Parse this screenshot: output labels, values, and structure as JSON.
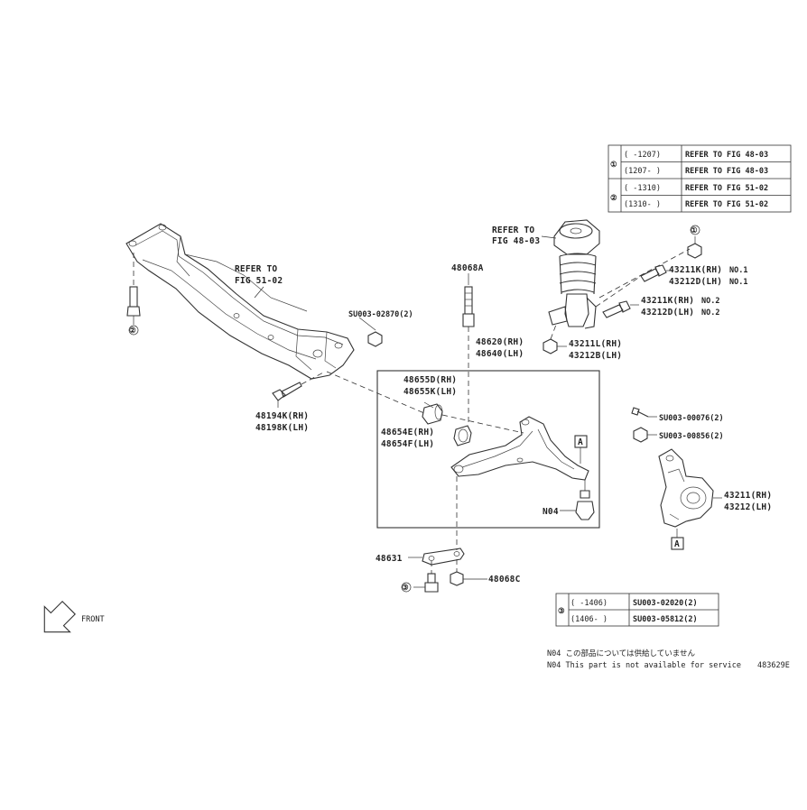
{
  "table1": {
    "marker": "①",
    "rows": [
      {
        "range": "(      -1207)",
        "ref": "REFER TO FIG 48-03"
      },
      {
        "range": "(1207-      )",
        "ref": "REFER TO FIG 48-03"
      }
    ]
  },
  "table2": {
    "marker": "②",
    "rows": [
      {
        "range": "(      -1310)",
        "ref": "REFER TO FIG 51-02"
      },
      {
        "range": "(1310-      )",
        "ref": "REFER TO FIG 51-02"
      }
    ]
  },
  "table3": {
    "marker": "③",
    "rows": [
      {
        "range": "(      -1406)",
        "part": "SU003-02020(2)"
      },
      {
        "range": "(1406-      )",
        "part": "SU003-05812(2)"
      }
    ]
  },
  "labels": {
    "refer_fig_51_02": [
      "REFER TO",
      "FIG 51-02"
    ],
    "refer_fig_48_03": [
      "REFER TO",
      "FIG 48-03"
    ],
    "su003_02870": "SU003-02870(2)",
    "p48194": [
      "48194K(RH)",
      "48198K(LH)"
    ],
    "p48068a": "48068A",
    "p48620": [
      "48620(RH)",
      "48640(LH)"
    ],
    "p48655": [
      "48655D(RH)",
      "48655K(LH)"
    ],
    "p48654": [
      "48654E(RH)",
      "48654F(LH)"
    ],
    "box_a": "A",
    "n04": "N04",
    "p48631": "48631",
    "p48068c": "48068C",
    "p43211k_1": [
      "43211K(RH)",
      "NO.1"
    ],
    "p43212d_1": [
      "43212D(LH)",
      "NO.1"
    ],
    "p43211k_2": [
      "43211K(RH)",
      "NO.2"
    ],
    "p43212d_2": [
      "43212D(LH)",
      "NO.2"
    ],
    "p43211l": [
      "43211L(RH)",
      "43212B(LH)"
    ],
    "su003_00076": "SU003-00076(2)",
    "su003_00856": "SU003-00856(2)",
    "p43211": [
      "43211(RH)",
      "43212(LH)"
    ],
    "circle_1": "①",
    "circle_2": "②",
    "circle_3": "③",
    "front": "FRONT",
    "note_jp": "N04 この部品については供給していません",
    "note_en": "N04 This part is not available for service",
    "fig_code": "483629E"
  }
}
